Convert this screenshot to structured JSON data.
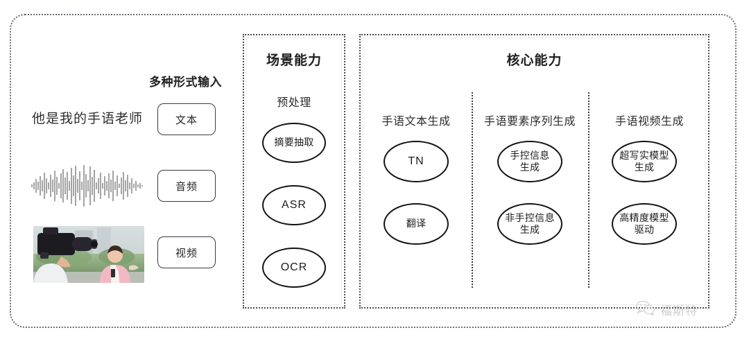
{
  "frame": {
    "border_color": "#6b6b74"
  },
  "input_section": {
    "heading": "多种形式输入",
    "sample_text": "他是我的手语老师",
    "waveform_icon": "audio-waveform",
    "video_icon": "video-thumbnail",
    "chips": [
      {
        "name": "text",
        "label": "文本"
      },
      {
        "name": "audio",
        "label": "音频"
      },
      {
        "name": "video",
        "label": "视频"
      }
    ]
  },
  "scene_panel": {
    "title": "场景能力",
    "section_label": "预处理",
    "nodes": [
      {
        "label": "摘要抽取",
        "latin": false
      },
      {
        "label": "ASR",
        "latin": true
      },
      {
        "label": "OCR",
        "latin": true
      }
    ]
  },
  "core_panel": {
    "title": "核心能力",
    "columns": [
      {
        "label": "手语文本生成",
        "nodes": [
          {
            "label": "TN",
            "latin": true
          },
          {
            "label": "翻译",
            "latin": false
          }
        ]
      },
      {
        "label": "手语要素序列生成",
        "nodes": [
          {
            "label": "手控信息\n生成",
            "latin": false
          },
          {
            "label": "非手控信息\n生成",
            "latin": false
          }
        ]
      },
      {
        "label": "手语视频生成",
        "nodes": [
          {
            "label": "超写实模型\n生成",
            "latin": false
          },
          {
            "label": "高精度模型\n驱动",
            "latin": false
          }
        ]
      }
    ]
  },
  "watermark": {
    "icon": "wechat-icon",
    "text": "福斯特"
  }
}
